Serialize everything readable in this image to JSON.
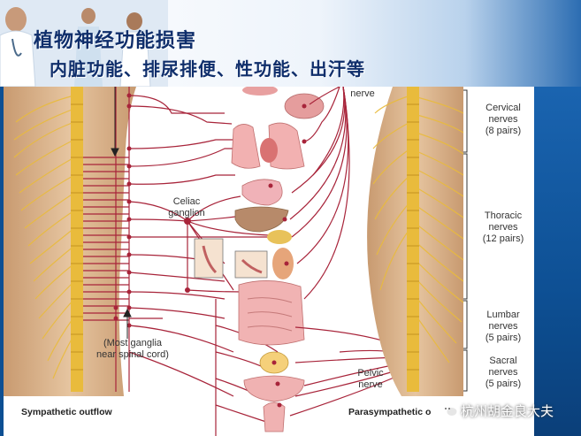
{
  "header": {
    "title_line1": "植物神经功能损害",
    "title_line2": "内脏功能、排尿排便、性功能、出汗等"
  },
  "diagram": {
    "labels": {
      "nerve_top": "nerve",
      "celiac": "Celiac\nganglion",
      "most_ganglia": "(Most ganglia\nnear spinal cord)",
      "pelvic": "Pelvic\nnerve",
      "cervical": "Cervical\nnerves\n(8 pairs)",
      "thoracic": "Thoracic\nnerves\n(12 pairs)",
      "lumbar": "Lumbar\nnerves\n(5 pairs)",
      "sacral": "Sacral\nnerves\n(5 pairs)",
      "sympathetic_outflow": "Sympathetic outflow",
      "parasympathetic_outflow": "Parasympathetic o"
    },
    "colors": {
      "nerve": "#a8243a",
      "spine": "#e9bb3c",
      "body": "#d9b28b"
    }
  },
  "watermark": {
    "text": "杭州胡金良大夫"
  }
}
